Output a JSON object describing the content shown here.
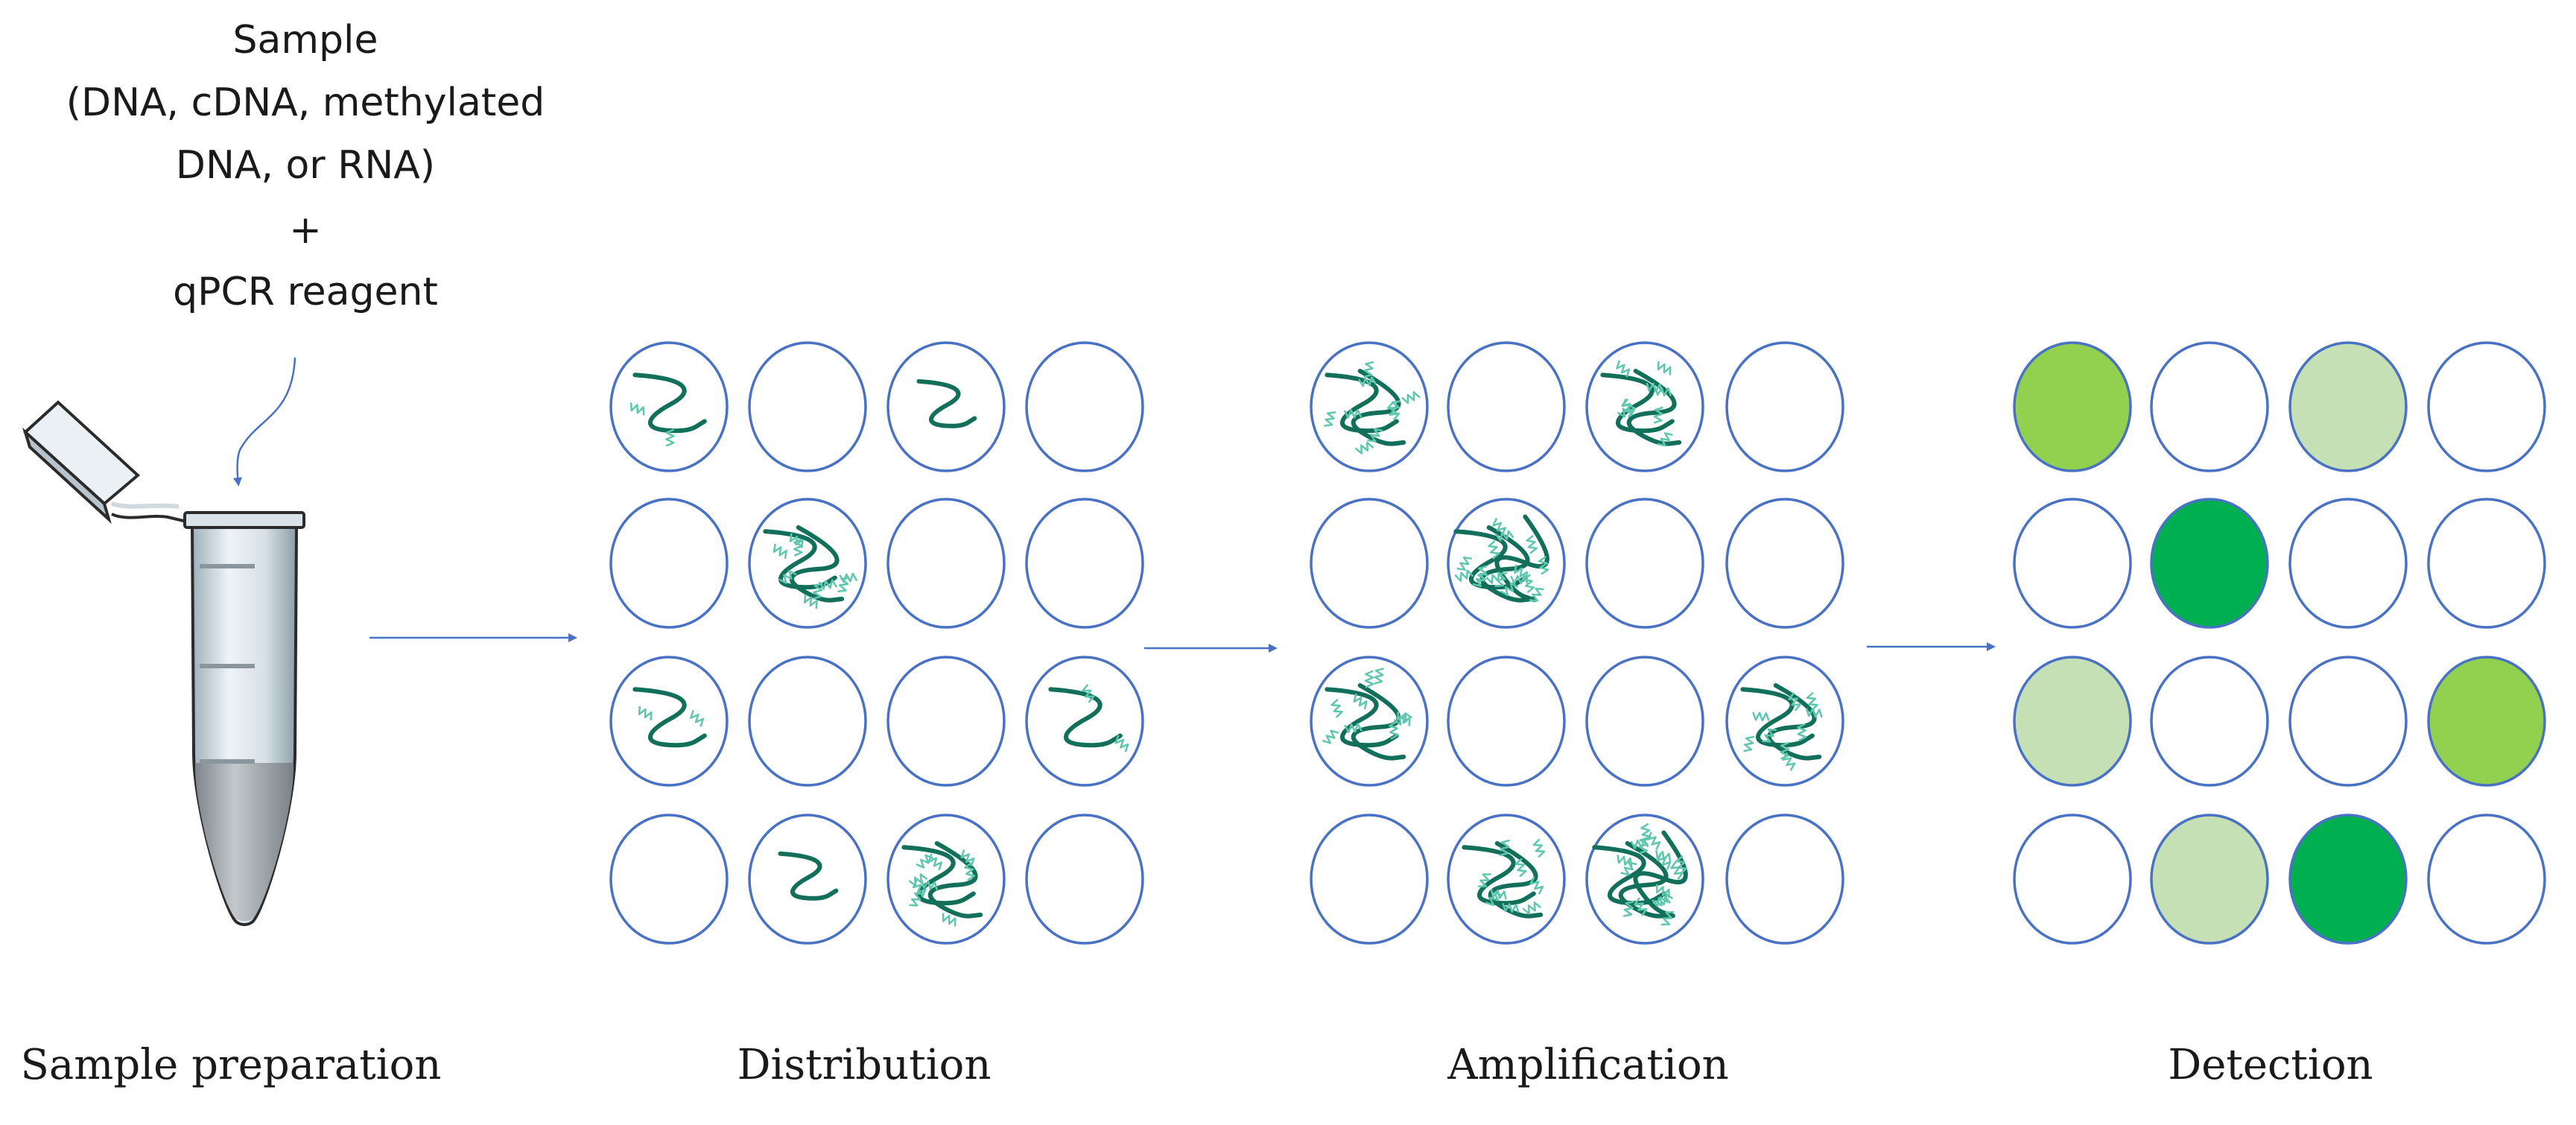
{
  "sample": {
    "lines": [
      "Sample",
      "(DNA, cDNA, methylated",
      "DNA, or RNA)",
      "+",
      "qPCR reagent"
    ]
  },
  "stages": [
    {
      "label": "Sample preparation"
    },
    {
      "label": "Distribution"
    },
    {
      "label": "Amplification"
    },
    {
      "label": "Detection"
    }
  ],
  "colors": {
    "well_outline": "#4a72c4",
    "arrow": "#4a72c4",
    "dna_dark": "#12705a",
    "dna_light": "#5fc7ad",
    "tube_body": "#c9d4da",
    "tube_liquid": "#a2a8ac",
    "signal_bright": "#92d050",
    "signal_pale": "#c5e0b4",
    "signal_dark": "#00b050"
  },
  "grids": {
    "distribution": [
      [
        "L",
        "E",
        "S",
        "E"
      ],
      [
        "E",
        "M",
        "E",
        "E"
      ],
      [
        "L",
        "E",
        "E",
        "L"
      ],
      [
        "E",
        "S",
        "M",
        "E"
      ]
    ],
    "amplification": [
      [
        "M",
        "E",
        "M",
        "E"
      ],
      [
        "E",
        "H",
        "E",
        "E"
      ],
      [
        "M",
        "E",
        "E",
        "M"
      ],
      [
        "E",
        "M",
        "H",
        "E"
      ]
    ],
    "detection": [
      [
        "bright",
        "empty",
        "pale",
        "empty"
      ],
      [
        "empty",
        "dark",
        "empty",
        "empty"
      ],
      [
        "pale",
        "empty",
        "empty",
        "bright"
      ],
      [
        "empty",
        "pale",
        "dark",
        "empty"
      ]
    ]
  }
}
